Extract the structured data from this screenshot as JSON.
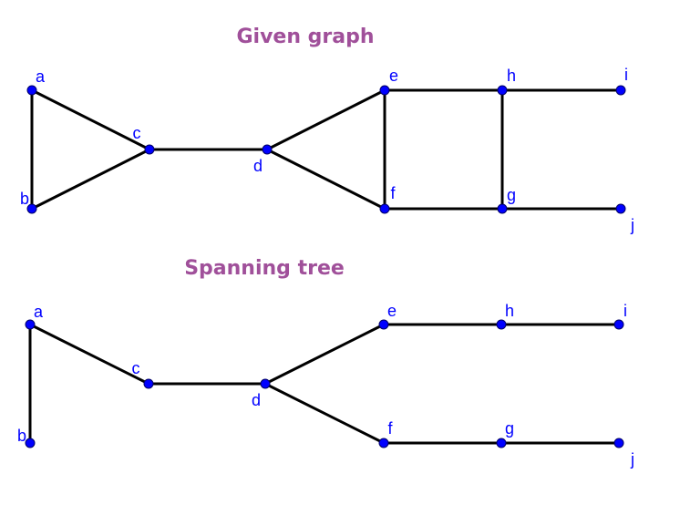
{
  "colors": {
    "title": "#A0509A",
    "vertex_fill": "#0000FF",
    "vertex_label": "#0000FF",
    "edge": "#000000"
  },
  "diagrams": [
    {
      "id": "given",
      "title": "Given graph",
      "vertices": [
        "a",
        "b",
        "c",
        "d",
        "e",
        "f",
        "h",
        "g",
        "i",
        "j"
      ],
      "edges": [
        [
          "a",
          "b"
        ],
        [
          "a",
          "c"
        ],
        [
          "b",
          "c"
        ],
        [
          "c",
          "d"
        ],
        [
          "d",
          "e"
        ],
        [
          "d",
          "f"
        ],
        [
          "e",
          "f"
        ],
        [
          "e",
          "h"
        ],
        [
          "f",
          "g"
        ],
        [
          "h",
          "g"
        ],
        [
          "h",
          "i"
        ],
        [
          "g",
          "j"
        ]
      ]
    },
    {
      "id": "spanning",
      "title": "Spanning tree",
      "vertices": [
        "a",
        "b",
        "c",
        "d",
        "e",
        "f",
        "h",
        "g",
        "i",
        "j"
      ],
      "edges": [
        [
          "a",
          "b"
        ],
        [
          "a",
          "c"
        ],
        [
          "c",
          "d"
        ],
        [
          "d",
          "e"
        ],
        [
          "d",
          "f"
        ],
        [
          "e",
          "h"
        ],
        [
          "h",
          "i"
        ],
        [
          "f",
          "g"
        ],
        [
          "g",
          "j"
        ]
      ]
    }
  ]
}
